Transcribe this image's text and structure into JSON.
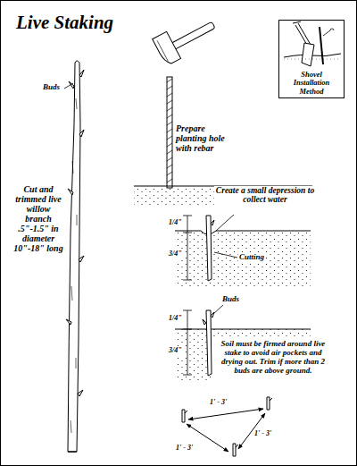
{
  "diagram": {
    "title": "Live Staking",
    "nodes": [
      {
        "text": [
          "Shovel Installation Method"
        ]
      }
    ],
    "labels": [
      "Buds",
      "Cut and trimmed live willow branch .5\"-1.5\" in diameter 10\"-18\" long",
      "Prepare planting hole with rebar",
      "Create a small depression to collect water",
      "1/4\"",
      "3/4\"",
      "Cutting",
      "Buds",
      "1/4\"",
      "3/4\"",
      "Soil must be firmed around live stake to avoid air pockets and drying out. Trim if more than 2 buds are above ground.",
      "1' - 3'",
      "1' - 3'",
      "1' - 3'"
    ]
  }
}
